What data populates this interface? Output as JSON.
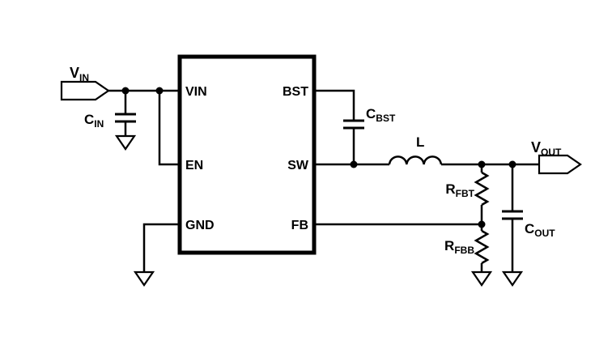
{
  "schematic": {
    "colors": {
      "line": "#000000",
      "background": "#ffffff"
    },
    "ic_pins": {
      "vin": "VIN",
      "en": "EN",
      "gnd": "GND",
      "bst": "BST",
      "sw": "SW",
      "fb": "FB"
    },
    "labels": {
      "vin": {
        "main": "V",
        "sub": "IN"
      },
      "cin": {
        "main": "C",
        "sub": "IN"
      },
      "cbst": {
        "main": "C",
        "sub": "BST"
      },
      "l": {
        "main": "L",
        "sub": ""
      },
      "vout": {
        "main": "V",
        "sub": "OUT"
      },
      "rfbt": {
        "main": "R",
        "sub": "FBT"
      },
      "rfbb": {
        "main": "R",
        "sub": "FBB"
      },
      "cout": {
        "main": "C",
        "sub": "OUT"
      }
    }
  }
}
